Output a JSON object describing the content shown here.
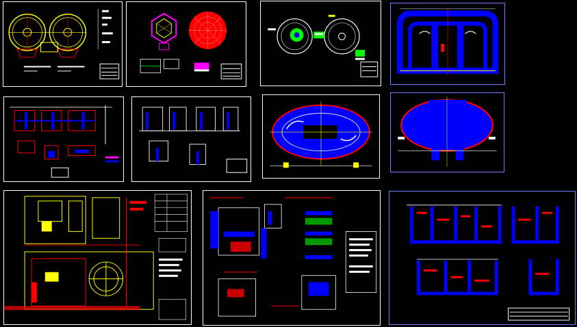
{
  "sheets": [
    {
      "id": "dual-clarifier-plan",
      "type": "dual-circular-tanks"
    },
    {
      "id": "hexagon-dome-plan",
      "type": "hexagon-and-dome"
    },
    {
      "id": "dual-tank-green-plan",
      "type": "dual-circles-green"
    },
    {
      "id": "oval-channel-framing",
      "type": "oval-blue-frame"
    },
    {
      "id": "section-elevations-a",
      "type": "sections-red-blue"
    },
    {
      "id": "section-elevations-b",
      "type": "sections-white"
    },
    {
      "id": "oval-channel-plan",
      "type": "oval-plan"
    },
    {
      "id": "oval-channel-plan-red",
      "type": "oval-plan-red"
    },
    {
      "id": "plant-layout-yellow",
      "type": "site-layout"
    },
    {
      "id": "details-sheet",
      "type": "details"
    },
    {
      "id": "long-sections",
      "type": "long-sections"
    }
  ],
  "colors": {
    "background": "#000000",
    "border_white": "#ffffff",
    "border_blue": "#6f7dff",
    "cad_yellow": "#ffff00",
    "cad_red": "#ff0000",
    "cad_blue": "#0000ff",
    "cad_green": "#00ff00",
    "cad_magenta": "#ff00ff",
    "cad_cyan": "#00ffff"
  }
}
